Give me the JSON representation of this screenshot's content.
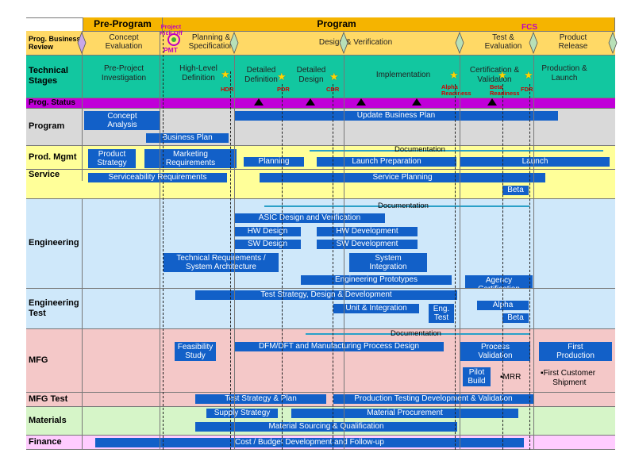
{
  "header": {
    "pre_program": "Pre-Program",
    "program": "Program",
    "fcs": "FCS"
  },
  "review": {
    "row_label": "Prog. Business\nReview",
    "project_kickoff": "Project\nKick Off",
    "pmt": "PMT",
    "phases": [
      "Concept\nEvaluation",
      "Planning &\nSpecification",
      "Design & Verification",
      "Test &\nEvaluation",
      "Product\nRelease"
    ]
  },
  "stages": {
    "row_label": "Technical\nStages",
    "items": [
      "Pre-Project\nInvestigation",
      "High-Level\nDefinition",
      "Detailed\nDefinition",
      "Detailed\nDesign",
      "Implementation",
      "Certification &\nValidation",
      "Production &\nLaunch"
    ],
    "milestones": [
      "HDR",
      "PDR",
      "CDR",
      "Alpha\nReadiness",
      "Beta\nReadiness",
      "FDR"
    ]
  },
  "status": {
    "row_label": "Prog. Status"
  },
  "program_row": {
    "row_label": "Program",
    "concept_analysis": "Concept\nAnalysis",
    "business_plan": "Business Plan",
    "update_business_plan": "Update Business Plan"
  },
  "prod_mgmt": {
    "row_label": "Prod. Mgmt",
    "product_strategy": "Product\nStrategy",
    "marketing_requirements": "Marketing\nRequirements",
    "documentation": "Documentation",
    "planning": "Planning",
    "launch_preparation": "Launch Preparation",
    "launch": "Launch"
  },
  "service": {
    "row_label": "Service",
    "serviceability_requirements": "Serviceability Requirements",
    "service_planning": "Service Planning",
    "beta": "Beta"
  },
  "engineering": {
    "row_label": "Engineering",
    "documentation": "Documentation",
    "asic": "ASIC Design and Verification",
    "hw_design": "HW Design",
    "hw_development": "HW Development",
    "sw_design": "SW Design",
    "sw_development": "SW Development",
    "tech_requirements": "Technical Requirements /\nSystem Architecture",
    "system_integration": "System\nIntegration",
    "engineering_prototypes": "Engineering Prototypes",
    "agency_certification": "Agency\nCertification"
  },
  "eng_test": {
    "row_label": "Engineering\nTest",
    "test_strategy": "Test Strategy, Design & Development",
    "unit_integration": "Unit & Integration",
    "eng_test": "Eng.\nTest",
    "alpha": "Alpha",
    "beta": "Beta"
  },
  "mfg": {
    "row_label": "MFG",
    "documentation": "Documentation",
    "feasibility_study": "Feasibility\nStudy",
    "dfm": "DFM/DFT and Manufacturing Process Design",
    "process_validation": "Process\nValidation",
    "pilot_build": "Pilot\nBuild",
    "mrr": "MRR",
    "first_production": "First\nProduction",
    "first_customer_shipment": "First Customer\nShipment"
  },
  "mfg_test": {
    "row_label": "MFG Test",
    "test_strategy_plan": "Test Strategy & Plan",
    "production_testing": "Production Testing Development & Validation"
  },
  "materials": {
    "row_label": "Materials",
    "supply_strategy": "Supply Strategy",
    "material_procurement": "Material Procurement",
    "material_sourcing": "Material Sourcing & Qualification"
  },
  "finance": {
    "row_label": "Finance",
    "cost_budget": "Cost / Budget Development and Follow-up"
  },
  "colors": {
    "header_orange": "#f5b400",
    "review_yellow": "#ffd966",
    "stages_green": "#12c7a0",
    "status_magenta": "#c000d8",
    "program_gray": "#d9d9d9",
    "prodmgmt_yellow": "#ffff99",
    "engineering_blue": "#cfe8fa",
    "mfg_pink": "#f4c8c8",
    "materials_green": "#d6f5c8",
    "finance_pink": "#ffccff",
    "bar_blue": "#1260c8",
    "doc_line_teal": "#2aa0c8",
    "milestone_red": "#d00000",
    "star_gold": "#ffd700"
  }
}
